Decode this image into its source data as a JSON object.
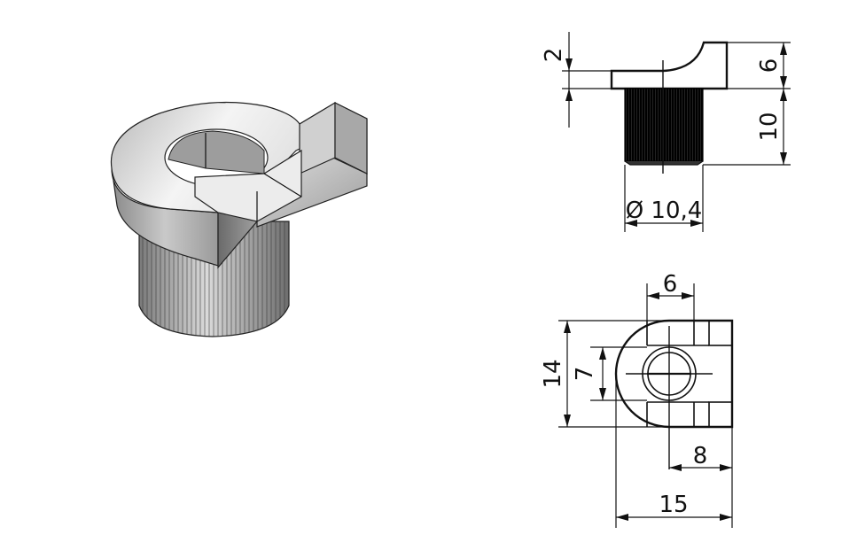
{
  "drawing": {
    "colors": {
      "line": "#111111",
      "knurl": "#000000",
      "background": "#ffffff"
    },
    "isometric": {
      "name": "knurled-slot-nut"
    },
    "dimensions": {
      "flange_thickness": "2",
      "head_height": "6",
      "shank_height": "10",
      "shank_diameter": "Ø 10,4",
      "slot_width": "6",
      "overall_width": "14",
      "inner_width": "7",
      "center_offset": "8",
      "overall_length": "15"
    }
  }
}
